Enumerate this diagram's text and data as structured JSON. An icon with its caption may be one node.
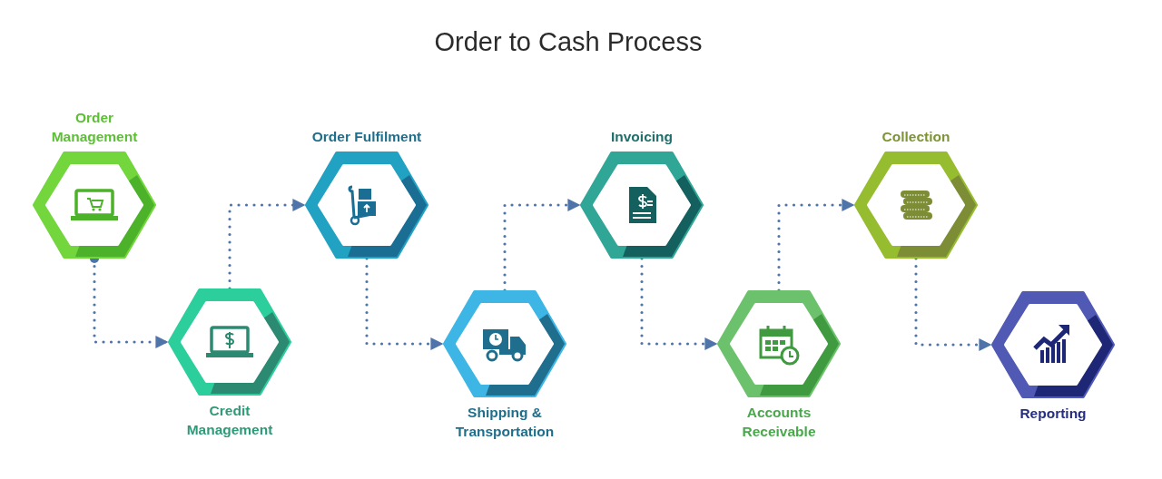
{
  "diagram": {
    "title": "Order to Cash Process",
    "nodes": [
      {
        "text": [
          "Order Management"
        ]
      },
      {
        "text": [
          "Credit Management"
        ]
      },
      {
        "text": [
          "Order Fulfilment"
        ]
      },
      {
        "text": [
          "Shipping & Transportation"
        ]
      },
      {
        "text": [
          "Invoicing"
        ]
      },
      {
        "text": [
          "Accounts Receivable"
        ]
      },
      {
        "text": [
          "Collection"
        ]
      },
      {
        "text": [
          "Reporting"
        ]
      }
    ],
    "edges": [
      {
        "from": 0,
        "to": 1,
        "arrow": "to",
        "style": "dashed"
      },
      {
        "from": 1,
        "to": 2,
        "arrow": "to",
        "style": "dashed"
      },
      {
        "from": 2,
        "to": 3,
        "arrow": "to",
        "style": "dashed"
      },
      {
        "from": 3,
        "to": 4,
        "arrow": "to",
        "style": "dashed"
      },
      {
        "from": 4,
        "to": 5,
        "arrow": "to",
        "style": "dashed"
      },
      {
        "from": 5,
        "to": 6,
        "arrow": "to",
        "style": "dashed"
      },
      {
        "from": 6,
        "to": 7,
        "arrow": "to",
        "style": "dashed"
      }
    ]
  }
}
